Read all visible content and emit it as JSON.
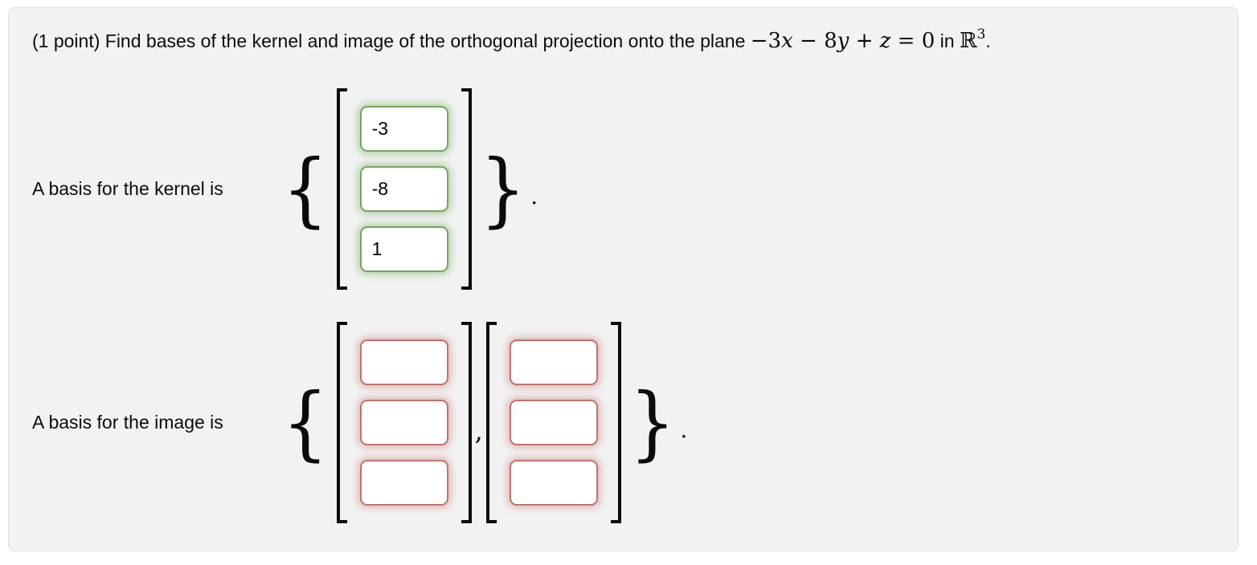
{
  "problem": {
    "points": "(1 point) ",
    "prompt": "Find bases of the kernel and image of the orthogonal projection onto the plane ",
    "equation": {
      "term1_coeff": "−3",
      "term1_var": "x",
      "minus_op": " − ",
      "term2_coeff": "8",
      "term2_var": "y",
      "plus_op": " + ",
      "term3_var": "z",
      "equals": " = ",
      "rhs": "0"
    },
    "in_word": " in ",
    "reals_symbol": "ℝ",
    "reals_exponent": "3",
    "sentence_period": "."
  },
  "symbols": {
    "lbrace": "{",
    "rbrace": "}"
  },
  "kernel_basis": {
    "label": "A basis for the kernel is",
    "status": "correct",
    "values": [
      "-3",
      "-8",
      "1"
    ],
    "period": "."
  },
  "image_basis": {
    "label": "A basis for the image is",
    "status": "incorrect",
    "vectors": [
      {
        "values": [
          "",
          "",
          ""
        ]
      },
      {
        "values": [
          "",
          "",
          ""
        ]
      }
    ],
    "comma": ",",
    "period": "."
  },
  "colors": {
    "panel_background": "#f2f2f3",
    "panel_border": "#e2e2e4",
    "correct_border": "#74a55f",
    "correct_glow": "rgba(130,180,105,0.55)",
    "incorrect_border": "#c0736f",
    "incorrect_glow": "rgba(205,128,120,0.5)",
    "bracket_color": "#0a0a0a"
  }
}
